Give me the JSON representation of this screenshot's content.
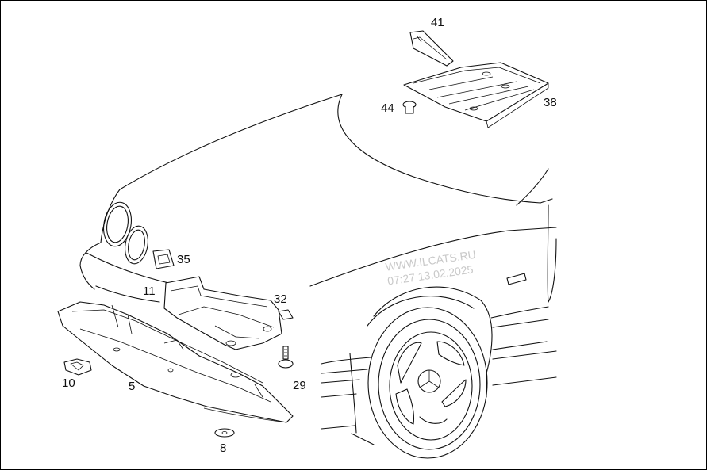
{
  "diagram": {
    "callouts": [
      {
        "id": "41",
        "text": "41"
      },
      {
        "id": "44",
        "text": "44"
      },
      {
        "id": "38",
        "text": "38"
      },
      {
        "id": "35",
        "text": "35"
      },
      {
        "id": "11",
        "text": "11"
      },
      {
        "id": "32",
        "text": "32"
      },
      {
        "id": "10",
        "text": "10"
      },
      {
        "id": "5",
        "text": "5"
      },
      {
        "id": "29",
        "text": "29"
      },
      {
        "id": "8",
        "text": "8"
      }
    ],
    "watermark": {
      "line1": "WWW.ILCATS.RU",
      "line2": "07:27 13.02.2025"
    }
  }
}
